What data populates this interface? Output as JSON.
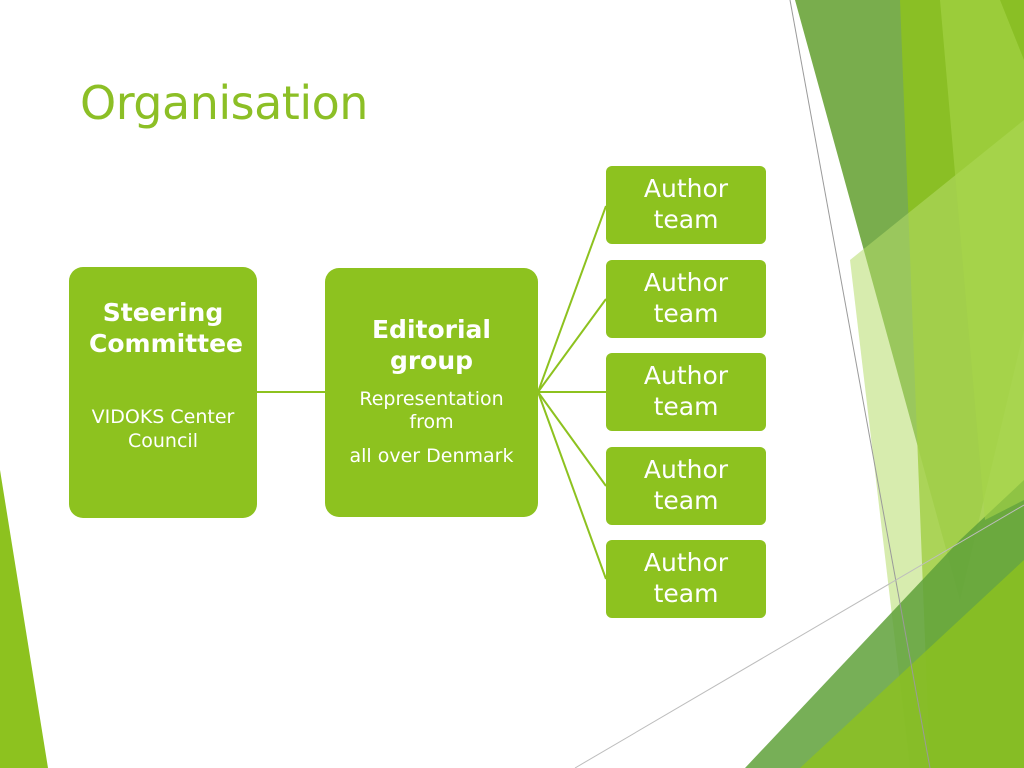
{
  "slide": {
    "title": "Organisation",
    "steering": {
      "heading": "Steering Committee",
      "subtitle": "VIDOKS Center Council"
    },
    "editorial": {
      "heading": "Editorial group",
      "line1": "Representation from",
      "line2": "all over Denmark"
    },
    "author_teams": [
      {
        "label": "Author team"
      },
      {
        "label": "Author team"
      },
      {
        "label": "Author team"
      },
      {
        "label": "Author team"
      },
      {
        "label": "Author team"
      }
    ],
    "colors": {
      "accent": "#8dc21f",
      "title": "#8cbf26",
      "connector": "#8dc21f",
      "deco_dark": "#6aa43a",
      "deco_light": "#b6dd6c"
    }
  }
}
